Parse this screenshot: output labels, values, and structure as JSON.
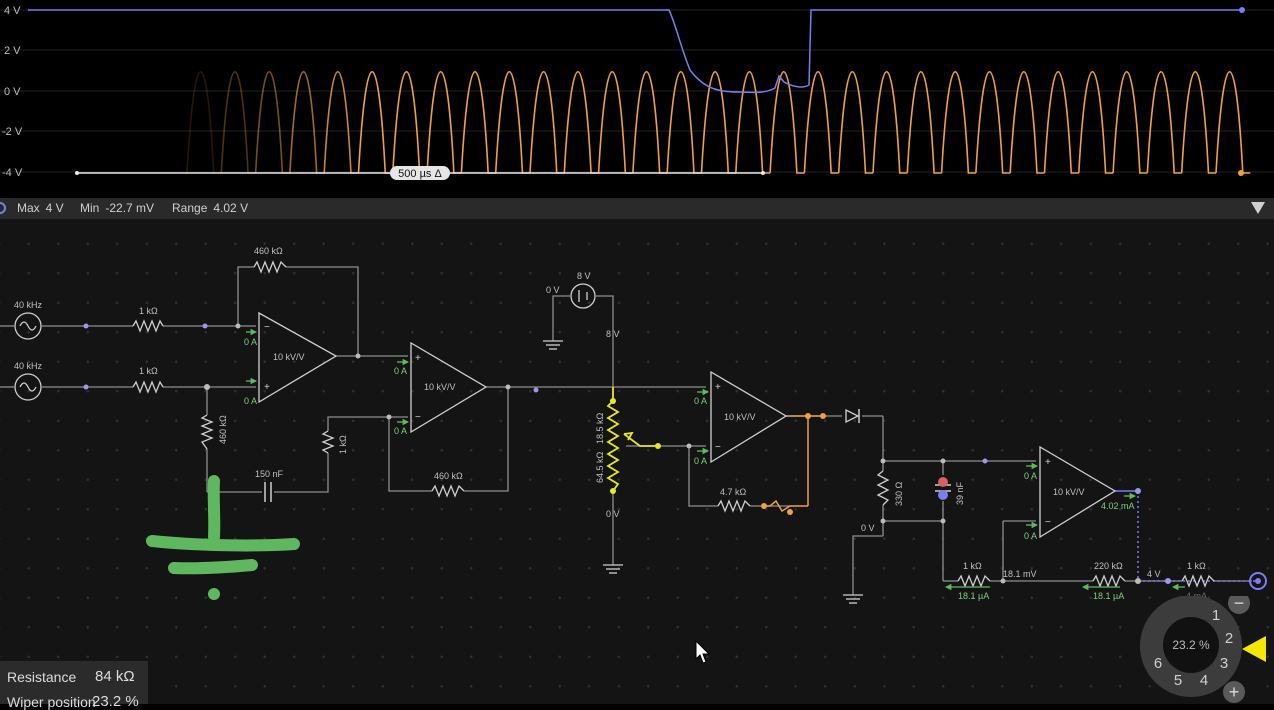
{
  "scope": {
    "y_ticks": [
      "4 V",
      "2 V",
      "0 V",
      "-2 V",
      "-4 V"
    ],
    "time_scale_label": "500 µs Δ",
    "series_colors": {
      "voltage_a": "#7b7df0",
      "voltage_b": "#f0a040"
    }
  },
  "status": {
    "max_label": "Max",
    "max_value": "4 V",
    "min_label": "Min",
    "min_value": "-22.7 mV",
    "range_label": "Range",
    "range_value": "4.02 V"
  },
  "circuit": {
    "source_top_freq": "40 kHz",
    "source_bottom_freq": "40 kHz",
    "r_top_in": "1 kΩ",
    "r_bottom_in": "1 kΩ",
    "r_feedback_top": "460 kΩ",
    "r_shunt": "460 kΩ",
    "cap_150": "150 nF",
    "r_mid": "1 kΩ",
    "r_feedback_2": "460 kΩ",
    "opamp1_gain": "10 kV/V",
    "opamp2_gain": "10 kV/V",
    "opamp3_gain": "10 kV/V",
    "opamp4_gain": "10 kV/V",
    "i_op1_a": "0 A",
    "i_op1_b": "0 A",
    "i_op2_a": "0 A",
    "i_op2_b": "0 A",
    "i_op3_a": "0 A",
    "i_op3_b": "0 A",
    "i_op4_a": "0 A",
    "i_op4_b": "0 A",
    "vsrc_top": "8 V",
    "vsrc_left": "0 V",
    "vsrc_node": "8 V",
    "pot_upper": "18.5 kΩ",
    "pot_lower": "64.5 kΩ",
    "pot_bottom": "0 V",
    "r_47": "4.7 kΩ",
    "r_330": "330 Ω",
    "cap_39": "39 nF",
    "node_0v_right": "0 V",
    "r_1k_bottom": "1 kΩ",
    "i_1k_bottom": "18.1 µA",
    "node_181": "18.1 mV",
    "r_220": "220 kΩ",
    "i_220": "18.1 µA",
    "out_current": "4.02 mA",
    "out_voltage": "4 V",
    "r_out": "1 kΩ",
    "r_out_sub": "4 mA"
  },
  "props": {
    "resistance_label": "Resistance",
    "resistance_value": "84 kΩ",
    "wiper_label": "Wiper position",
    "wiper_value": "23.2 %"
  },
  "dial": {
    "value": "23.2 %",
    "positions": [
      "1",
      "2",
      "3",
      "4",
      "5",
      "6"
    ],
    "minus_label": "−",
    "plus_label": "+"
  }
}
